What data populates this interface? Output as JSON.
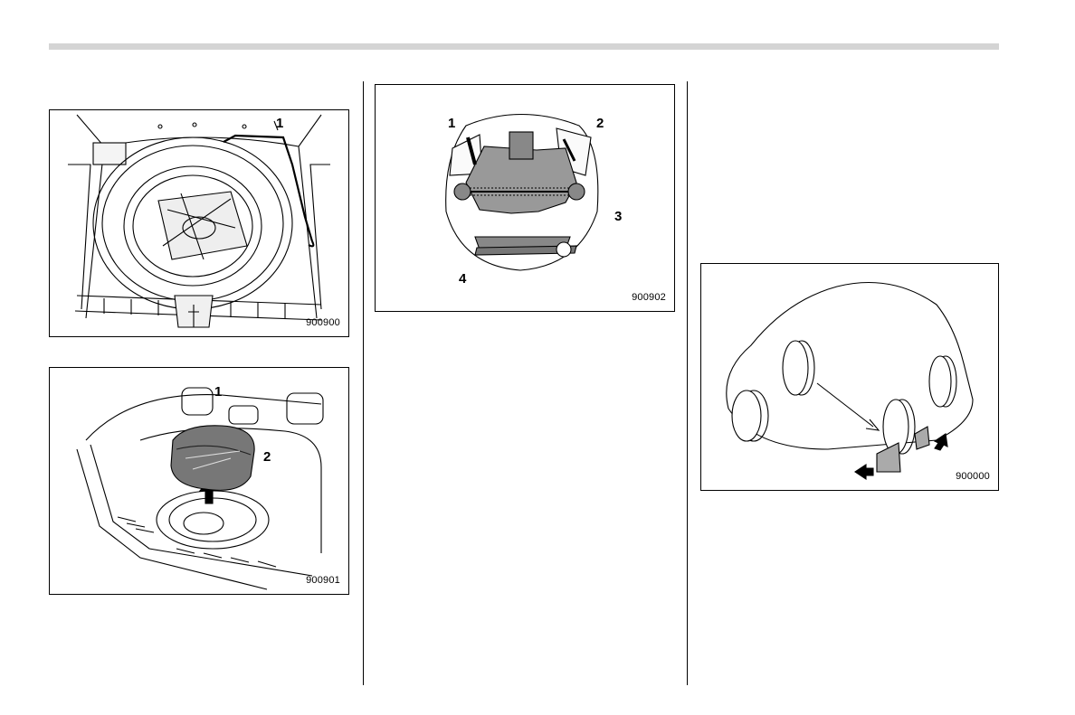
{
  "figures": {
    "trunk": {
      "code": "900900",
      "callouts": [
        "1"
      ]
    },
    "tray": {
      "code": "900901",
      "callouts": [
        "1",
        "2"
      ]
    },
    "jack": {
      "code": "900902",
      "callouts": [
        "1",
        "2",
        "3",
        "4"
      ]
    },
    "chocks": {
      "code": "900000"
    }
  }
}
